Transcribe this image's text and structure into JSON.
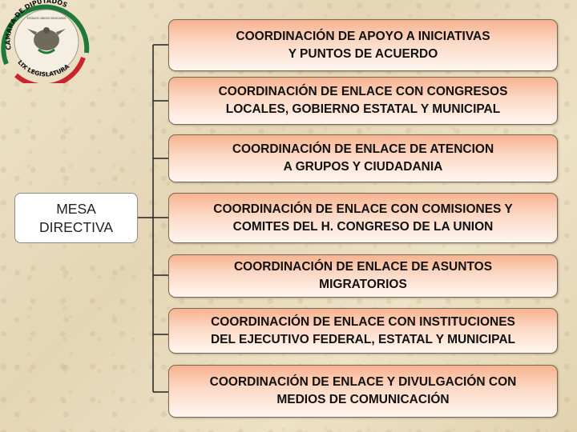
{
  "logo": {
    "top_text": "CÁMARA DE DIPUTADOS",
    "bottom_text": "LIX LEGISLATURA",
    "inner_text": "ESTADOS UNIDOS MEXICANOS",
    "colors": {
      "green": "#1f7a3a",
      "red": "#c8262c",
      "white": "#ffffff"
    }
  },
  "root": {
    "label": "MESA\nDIRECTIVA"
  },
  "units": [
    {
      "label": "COORDINACIÓN DE APOYO A INICIATIVAS\nY PUNTOS DE ACUERDO"
    },
    {
      "label": "COORDINACIÓN DE ENLACE CON CONGRESOS\nLOCALES, GOBIERNO ESTATAL Y MUNICIPAL"
    },
    {
      "label": "COORDINACIÓN  DE ENLACE DE ATENCION\nA GRUPOS Y CIUDADANIA"
    },
    {
      "label": "COORDINACIÓN DE ENLACE CON COMISIONES Y\nCOMITES  DEL H. CONGRESO DE LA UNION"
    },
    {
      "label": "COORDINACIÓN DE ENLACE  DE ASUNTOS\nMIGRATORIOS"
    },
    {
      "label": "COORDINACIÓN  DE ENLACE CON INSTITUCIONES\nDEL EJECUTIVO FEDERAL, ESTATAL Y MUNICIPAL"
    },
    {
      "label": "COORDINACIÓN DE ENLACE Y DIVULGACIÓN CON\nMEDIOS DE COMUNICACIÓN"
    }
  ],
  "colors": {
    "box_top": "#f7b390",
    "box_bottom": "#fff6f0",
    "line": "#222222"
  }
}
